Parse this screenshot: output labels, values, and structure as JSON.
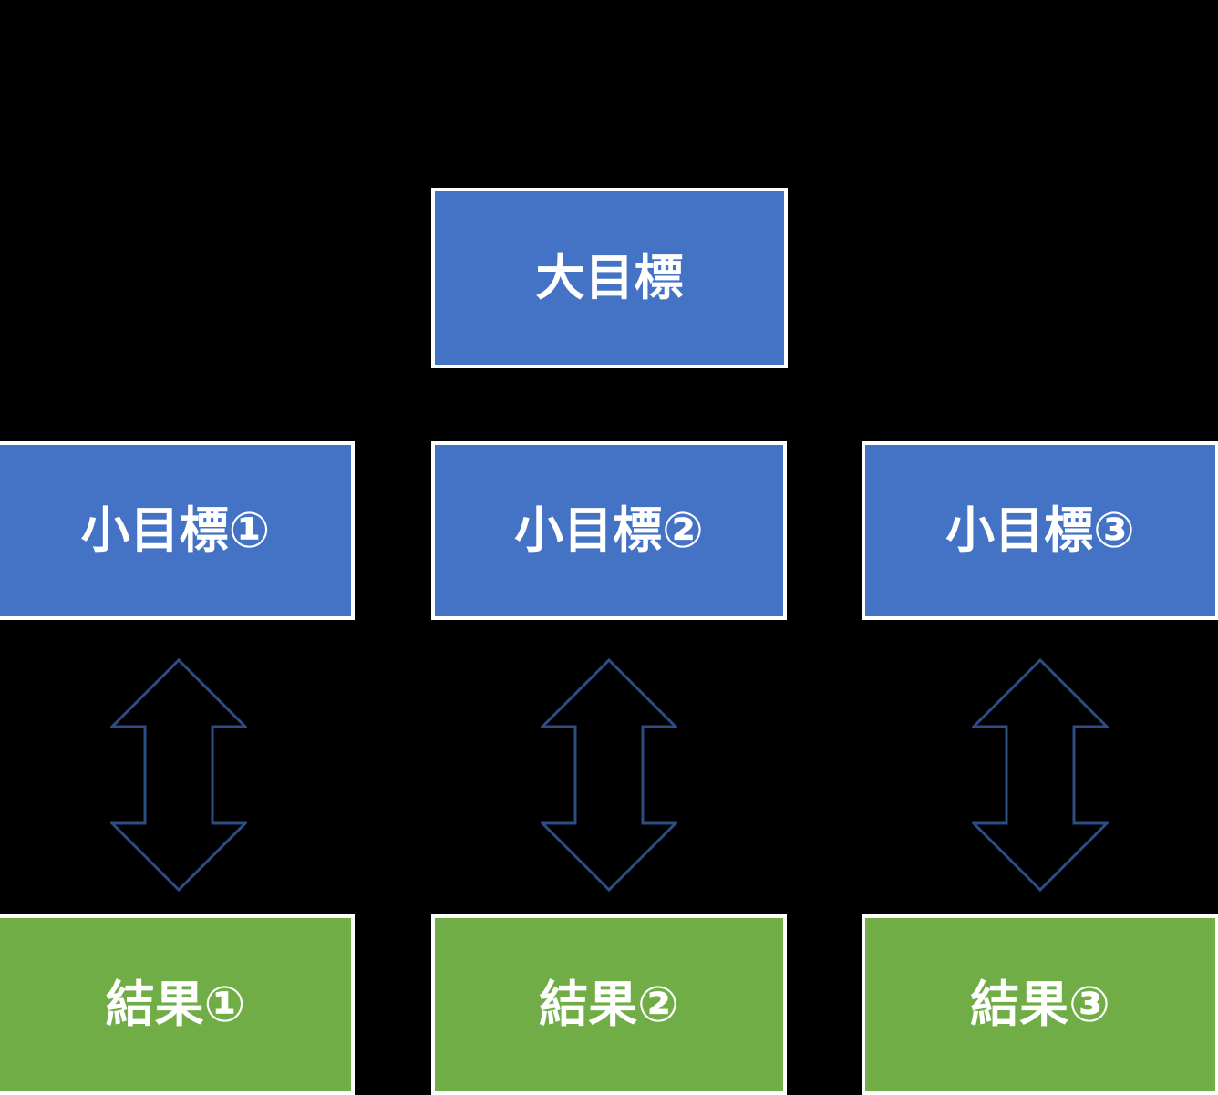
{
  "colors": {
    "background": "#000000",
    "box_blue": "#4472C4",
    "box_green": "#70AD47",
    "box_border": "#FFFFFF",
    "text": "#FFFFFF",
    "arrow_stroke": "#2D4D85"
  },
  "icons": {
    "arrow": "up-down-double-arrow-icon"
  },
  "nodes": {
    "top_goal": {
      "label": "大目標"
    },
    "sub_goals": [
      {
        "label": "小目標①"
      },
      {
        "label": "小目標②"
      },
      {
        "label": "小目標③"
      }
    ],
    "results": [
      {
        "label": "結果①"
      },
      {
        "label": "結果②"
      },
      {
        "label": "結果③"
      }
    ]
  }
}
